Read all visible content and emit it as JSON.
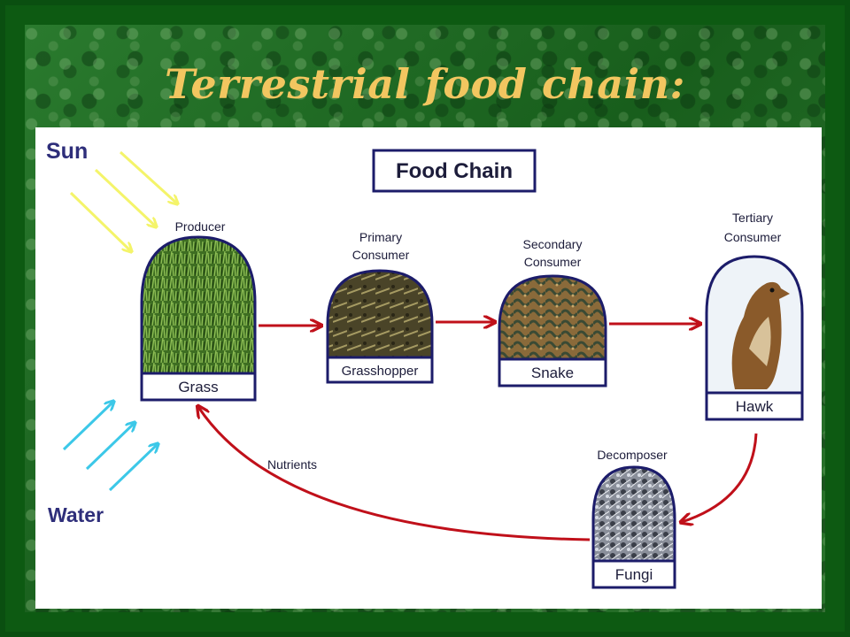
{
  "title": "Terrestrial food chain:",
  "diagram": {
    "heading": "Food Chain",
    "sun_label": "Sun",
    "water_label": "Water",
    "nutrients_label": "Nutrients",
    "nodes": {
      "producer": {
        "role": "Producer",
        "name": "Grass"
      },
      "primary": {
        "role_line1": "Primary",
        "role_line2": "Consumer",
        "name": "Grasshopper"
      },
      "secondary": {
        "role_line1": "Secondary",
        "role_line2": "Consumer",
        "name": "Snake"
      },
      "tertiary": {
        "role_line1": "Tertiary",
        "role_line2": "Consumer",
        "name": "Hawk"
      },
      "decomposer": {
        "role": "Decomposer",
        "name": "Fungi"
      }
    }
  },
  "colors": {
    "title": "#f2c660",
    "background": "#1f6a24",
    "arrow": "#c0101a",
    "sun_rays": "#f4f46a",
    "water_arrows": "#3cc8e8",
    "label_blue": "#1c1c6a",
    "box_border": "#1c1c6a"
  }
}
